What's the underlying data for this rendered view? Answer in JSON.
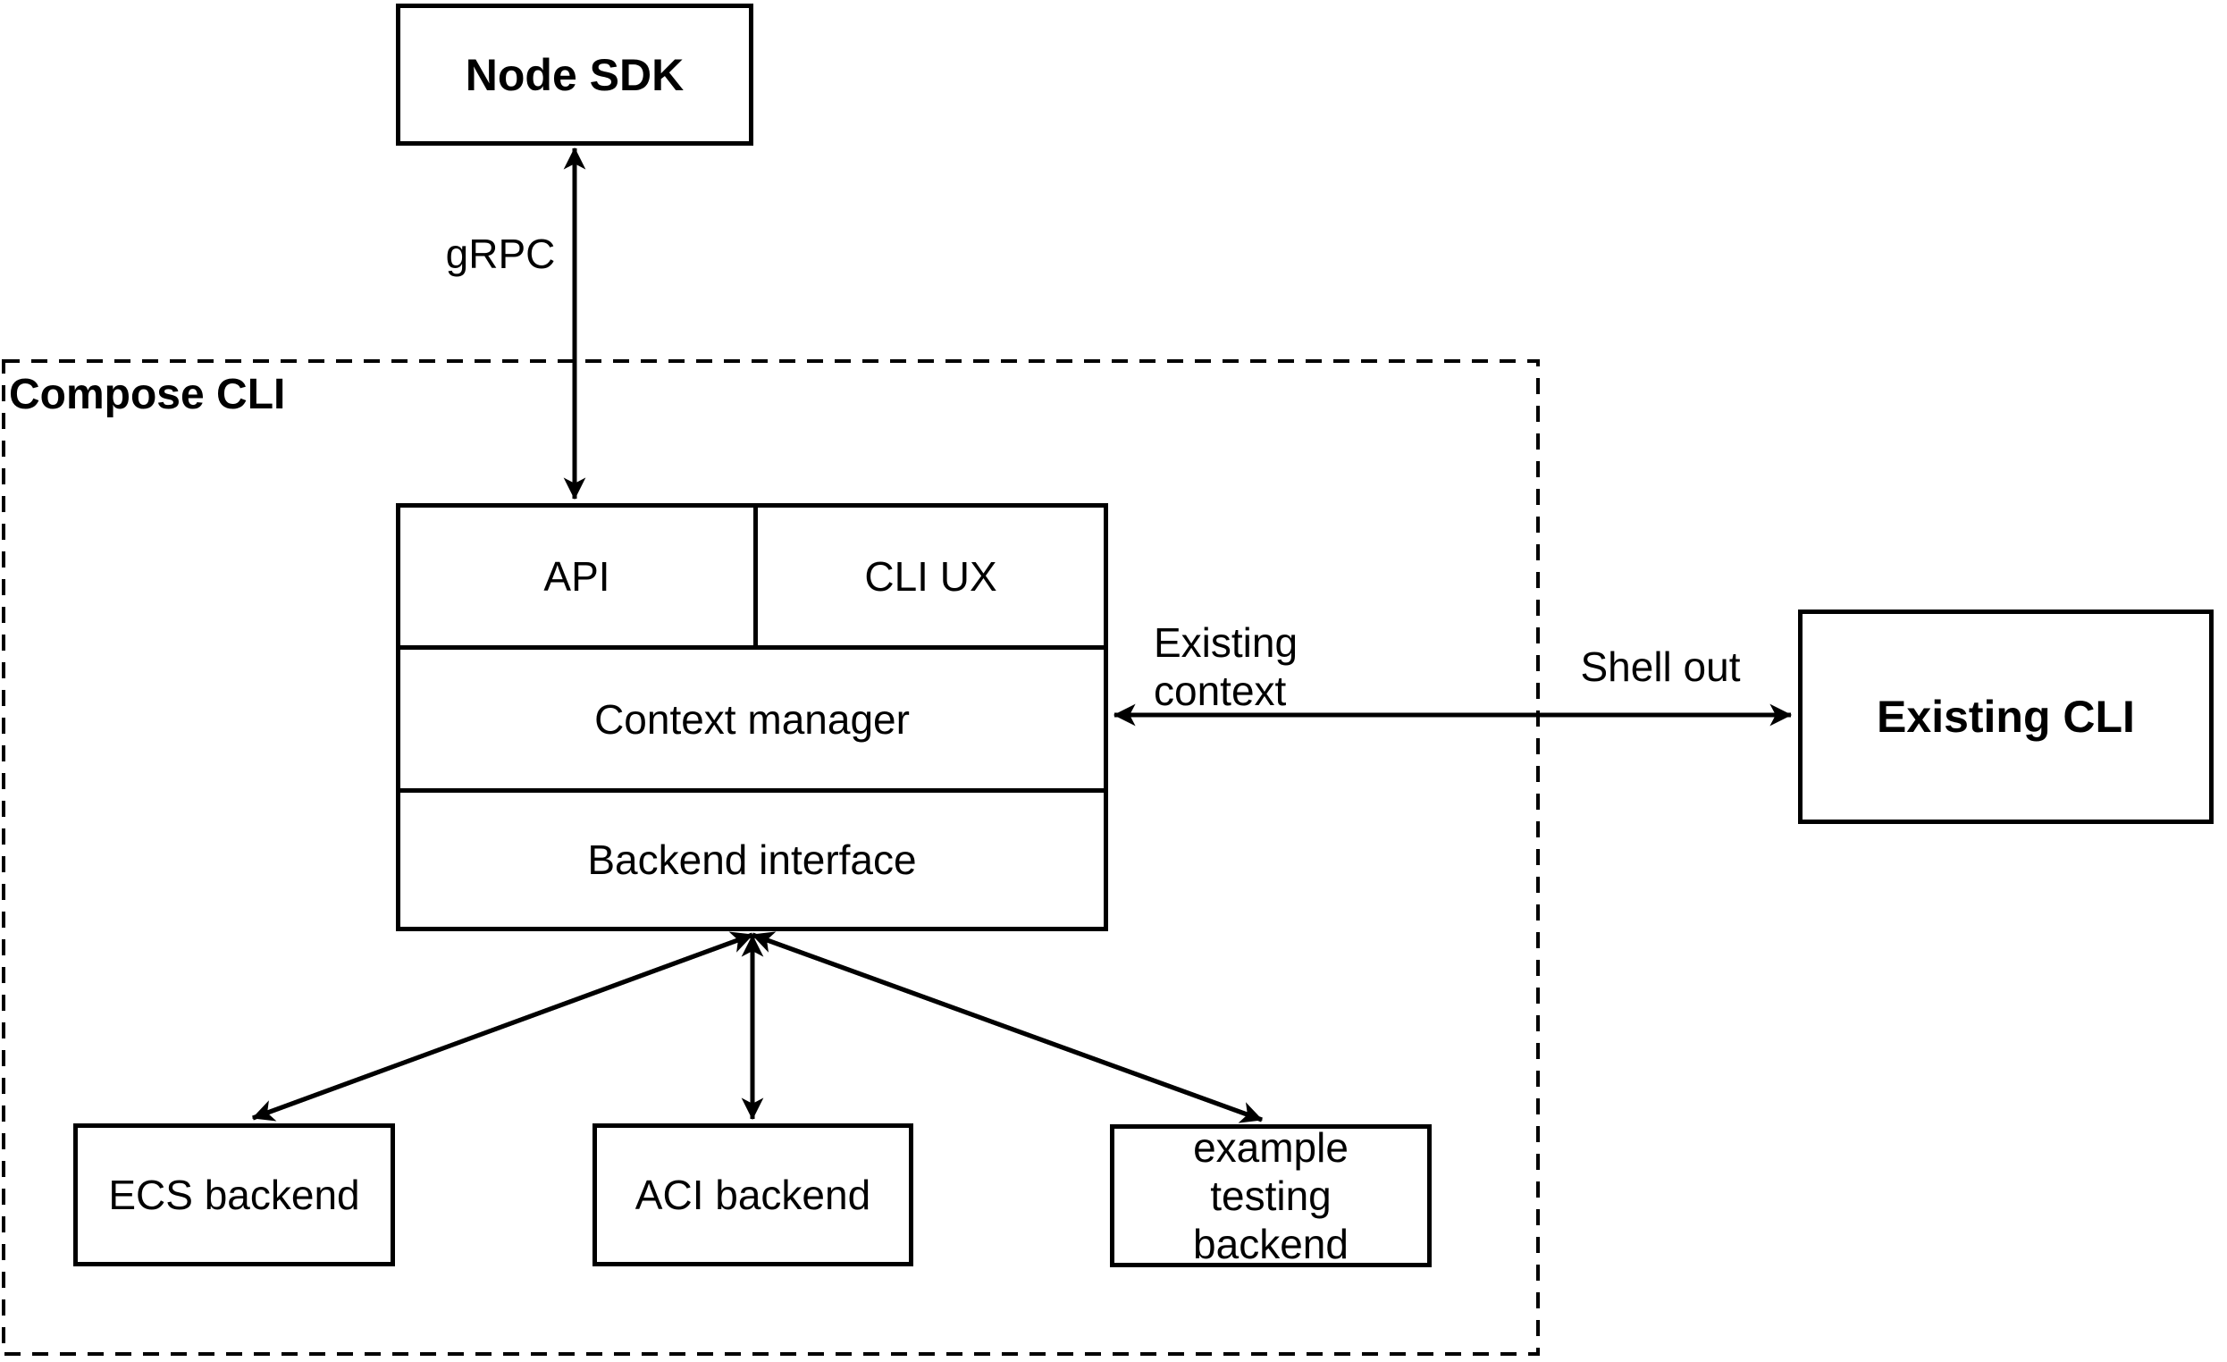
{
  "colors": {
    "stroke": "#000000",
    "text": "#000000",
    "background": "#ffffff"
  },
  "container": {
    "label": "Compose CLI"
  },
  "nodes": {
    "node_sdk": {
      "label": "Node SDK"
    },
    "api": {
      "label": "API"
    },
    "cli_ux": {
      "label": "CLI UX"
    },
    "context_manager": {
      "label": "Context manager"
    },
    "backend_interface": {
      "label": "Backend interface"
    },
    "existing_cli": {
      "label": "Existing CLI"
    },
    "ecs_backend": {
      "label": "ECS backend"
    },
    "aci_backend": {
      "label": "ACI backend"
    },
    "example_testing_backend": {
      "label": "example testing backend"
    }
  },
  "edges": {
    "grpc": {
      "label": "gRPC"
    },
    "existing_context": {
      "label": "Existing context"
    },
    "shell_out": {
      "label": "Shell out"
    }
  },
  "connections": [
    {
      "from": "node_sdk",
      "to": "api",
      "type": "bidirectional",
      "label": "gRPC"
    },
    {
      "from": "context_manager",
      "to": "existing_cli",
      "type": "bidirectional",
      "labels": [
        "Existing context",
        "Shell out"
      ]
    },
    {
      "from": "backend_interface",
      "to": "ecs_backend",
      "type": "bidirectional",
      "label": ""
    },
    {
      "from": "backend_interface",
      "to": "aci_backend",
      "type": "bidirectional",
      "label": ""
    },
    {
      "from": "backend_interface",
      "to": "example_testing_backend",
      "type": "bidirectional",
      "label": ""
    }
  ]
}
